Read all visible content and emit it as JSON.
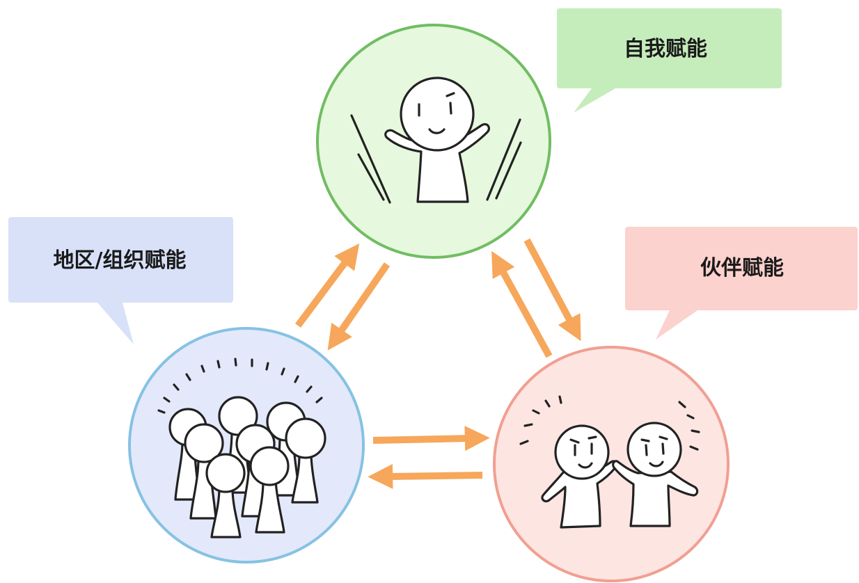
{
  "labels": {
    "self": "自我赋能",
    "partner": "伙伴赋能",
    "region": "地区/组织赋能"
  },
  "colors": {
    "self_fill": "#e6f8de",
    "self_stroke": "#71bd62",
    "self_bubble": "#c5edbb",
    "partner_fill": "#fde5e2",
    "partner_stroke": "#f19f91",
    "partner_bubble": "#fbd2cd",
    "region_fill": "#e3e9fb",
    "region_stroke": "#86c2e3",
    "region_bubble": "#d8e1f8",
    "arrow": "#f6a75b"
  }
}
